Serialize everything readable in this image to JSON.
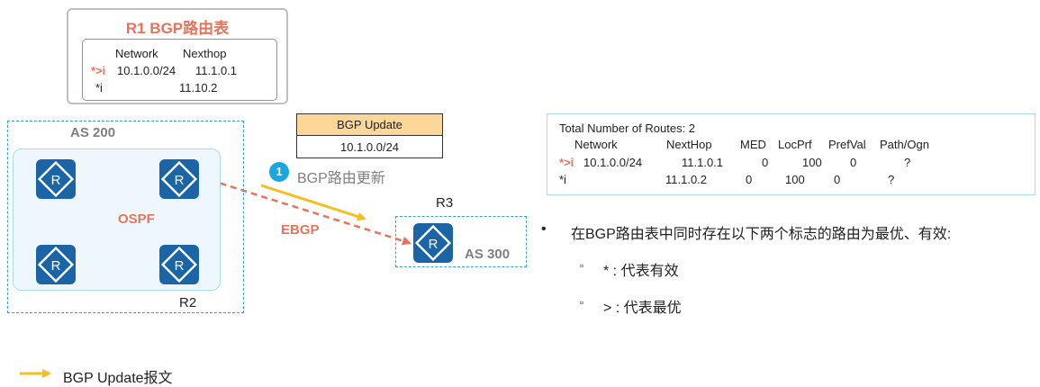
{
  "r1_table": {
    "title": "R1 BGP路由表",
    "header": {
      "network": "Network",
      "nexthop": "Nexthop"
    },
    "rows": [
      {
        "flag": "*>i",
        "network": "10.1.0.0/24",
        "nexthop": "11.1.0.1"
      },
      {
        "flag": "*i",
        "network": "",
        "nexthop": "11.10.2"
      }
    ]
  },
  "bgp_update": {
    "header": "BGP Update",
    "prefix": "10.1.0.0/24"
  },
  "step": {
    "number": "1",
    "label": "BGP路由更新"
  },
  "routing_table": {
    "total": "Total Number of Routes: 2",
    "columns": [
      "Network",
      "NextHop",
      "MED",
      "LocPrf",
      "PrefVal",
      "Path/Ogn"
    ],
    "rows": [
      {
        "flag": "*>i",
        "network": "10.1.0.0/24",
        "nexthop": "11.1.0.1",
        "med": "0",
        "locprf": "100",
        "prefval": "0",
        "path": "?"
      },
      {
        "flag": "*i",
        "network": "",
        "nexthop": "11.1.0.2",
        "med": "0",
        "locprf": "100",
        "prefval": "0",
        "path": "?"
      }
    ]
  },
  "topology": {
    "as200_label": "AS 200",
    "ospf_label": "OSPF",
    "r2_label": "R2",
    "r3_label": "R3",
    "as300_label": "AS 300",
    "ebgp_label": "EBGP"
  },
  "notes": {
    "bullet_mark": "•",
    "main": "在BGP路由表中同时存在以下两个标志的路由为最优、有效:",
    "sub_mark": "▫",
    "items": [
      "* : 代表有效",
      "> : 代表最优"
    ]
  },
  "legend": {
    "label": "BGP Update报文"
  },
  "colors": {
    "accent_red": "#e8735c",
    "router_blue": "#1b65a6",
    "as_border": "#35a4cc",
    "update_yellow": "#f5bd1f",
    "update_header": "#fdd79a",
    "step_badge": "#1aa7e0"
  }
}
